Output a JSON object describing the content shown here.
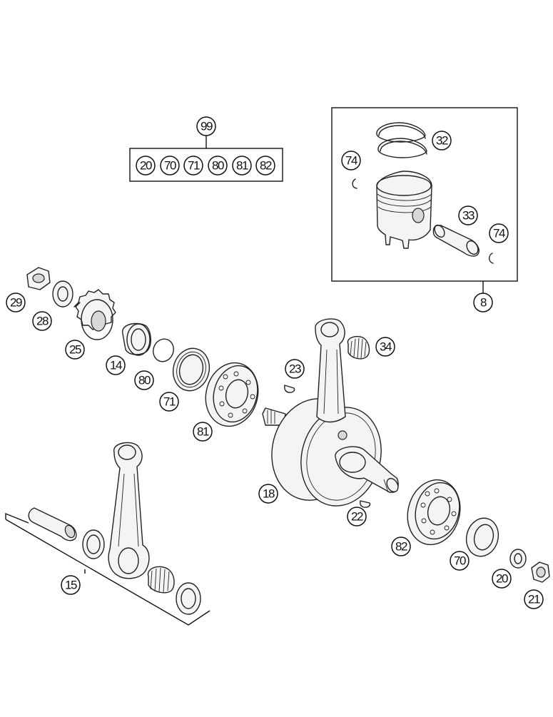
{
  "labels": {
    "p99": "99",
    "kit": [
      "20",
      "70",
      "71",
      "80",
      "81",
      "82"
    ],
    "p32": "32",
    "p74a": "74",
    "p33": "33",
    "p74b": "74",
    "p8": "8",
    "p29": "29",
    "p28": "28",
    "p25": "25",
    "p14": "14",
    "p80": "80",
    "p71": "71",
    "p81": "81",
    "p23": "23",
    "p34": "34",
    "p18": "18",
    "p22": "22",
    "p82": "82",
    "p70": "70",
    "p20": "20",
    "p21": "21",
    "p15": "15"
  }
}
